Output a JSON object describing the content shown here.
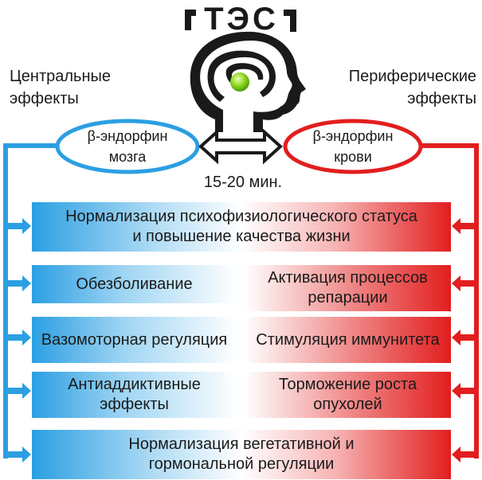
{
  "logo_text": "ТЭС",
  "headings": {
    "central": "Центральные эффекты",
    "peripheral": "Периферические эффекты"
  },
  "ellipses": {
    "brain": "β-эндорфин мозга",
    "blood": "β-эндорфин крови"
  },
  "time_label": "15-20 мин.",
  "boxes": {
    "top": "Нормализация психофизиологического статуса и повышение качества жизни",
    "left": [
      "Обезболивание",
      "Вазомоторная регуляция",
      "Антиаддиктивные эффекты"
    ],
    "right": [
      "Активация процессов репарации",
      "Стимуляция иммунитета",
      "Торможение роста опухолей"
    ],
    "bottom": "Нормализация вегетативной и гормональной регуляции"
  },
  "colors": {
    "blue": "#2b9fe2",
    "red": "#e21e1e",
    "green": "#8ed81e",
    "dark": "#1a1a1a"
  }
}
